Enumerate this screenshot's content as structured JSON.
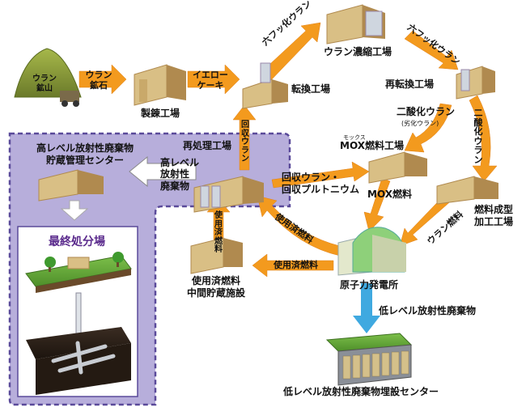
{
  "colors": {
    "arrow_orange": "#f39a1e",
    "arrow_blue": "#3fa9e0",
    "zone_purple": "#b7aedb",
    "zone_border": "#5a4a9a",
    "building_tan": "#d9bf85",
    "building_shade": "#b08a4f"
  },
  "labels": {
    "uranium_mine": "ウラン鉱山",
    "uranium_ore": "ウラン鉱石",
    "refinery": "製錬工場",
    "yellowcake": "イエローケーキ",
    "conversion": "転換工場",
    "uf6_1": "六フッ化ウラン",
    "enrichment": "ウラン濃縮工場",
    "uf6_2": "六フッ化ウラン",
    "reconversion": "再転換工場",
    "uo2_depleted": "二酸化ウラン",
    "uo2_depleted_note": "(劣化ウラン)",
    "uo2_vertical": "二酸化ウラン",
    "mox_ruby": "モックス",
    "mox_plant": "MOX燃料工場",
    "mox_fuel": "MOX燃料",
    "fuel_fab": "燃料成型\n加工工場",
    "uranium_fuel": "ウラン燃料",
    "reactor": "原子力発電所",
    "spent_fuel_1": "使用済燃料",
    "spent_fuel_2": "使用済燃料",
    "spent_fuel_vertical": "使用済燃料",
    "interim_storage": "使用済燃料\n中間貯蔵施設",
    "reprocessing": "再処理工場",
    "recovered_uranium": "回収ウラン",
    "recovered_uranium_pu": "回収ウラン・\n回収プルトニウム",
    "hlw": "高レベル\n放射性\n廃棄物",
    "hlw_center": "高レベル放射性廃棄物\n貯蔵管理センター",
    "final_disposal": "最終処分場",
    "llw": "低レベル放射性廃棄物",
    "llw_center": "低レベル放射性廃棄物埋設センター"
  }
}
